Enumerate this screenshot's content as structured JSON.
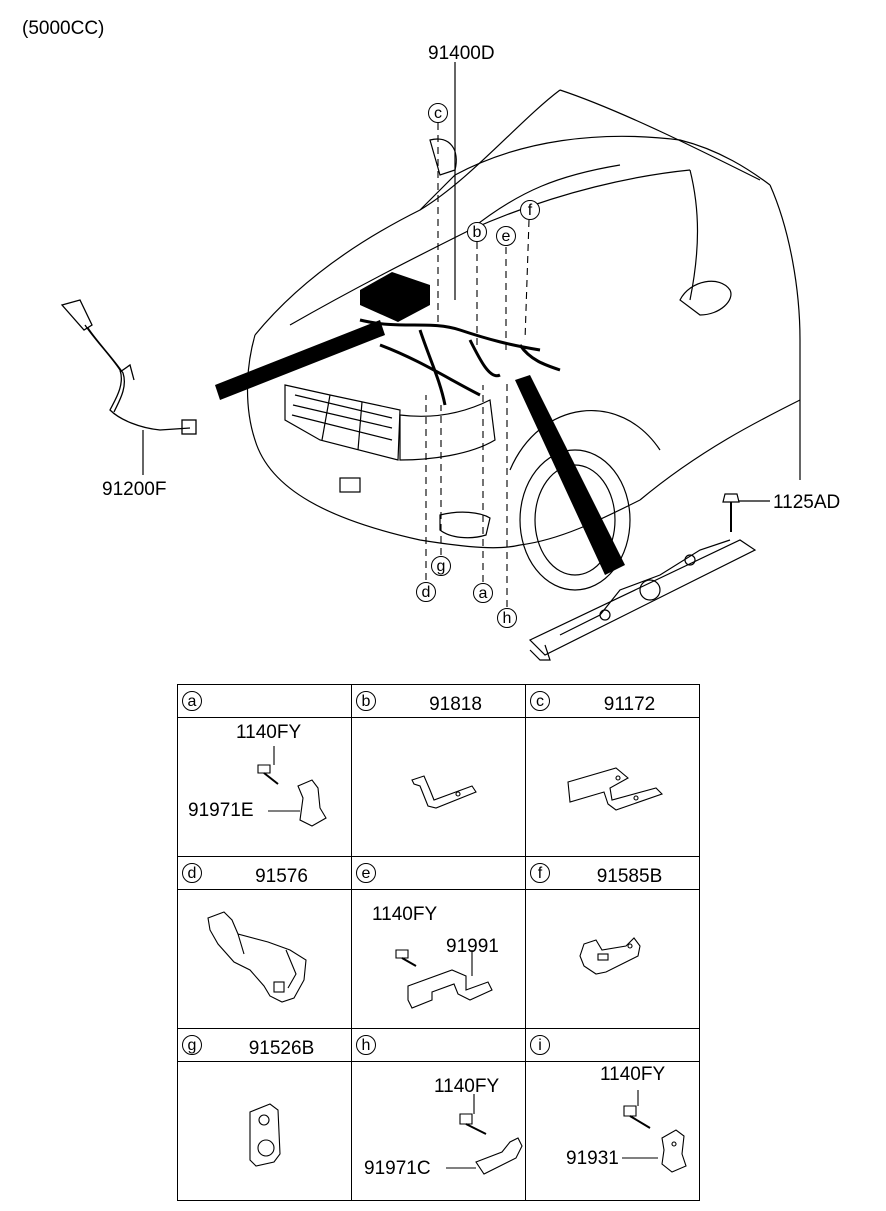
{
  "engine_note": "(5000CC)",
  "main_labels": {
    "harness_front": "91400D",
    "battery_cable": "91200F",
    "bolt_top": "1125AD"
  },
  "callouts": [
    "a",
    "b",
    "c",
    "d",
    "e",
    "f",
    "g",
    "h"
  ],
  "cells": [
    {
      "letter": "a",
      "part": "",
      "parts": [
        "1140FY",
        "91971E"
      ]
    },
    {
      "letter": "b",
      "part": "91818",
      "parts": []
    },
    {
      "letter": "c",
      "part": "91172",
      "parts": []
    },
    {
      "letter": "d",
      "part": "91576",
      "parts": []
    },
    {
      "letter": "e",
      "part": "",
      "parts": [
        "1140FY",
        "91991"
      ]
    },
    {
      "letter": "f",
      "part": "91585B",
      "parts": []
    },
    {
      "letter": "g",
      "part": "91526B",
      "parts": []
    },
    {
      "letter": "h",
      "part": "",
      "parts": [
        "1140FY",
        "91971C"
      ]
    },
    {
      "letter": "i",
      "part": "",
      "parts": [
        "1140FY",
        "91931"
      ]
    }
  ]
}
